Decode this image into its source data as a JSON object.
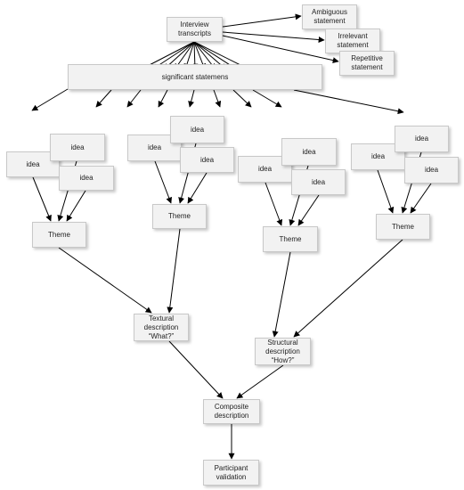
{
  "diagram": {
    "colors": {
      "box_fill": "#f2f2f2",
      "box_border": "#c8c8c8",
      "arrow": "#000000"
    },
    "nodes": {
      "interview": "Interview\ntranscripts",
      "ambiguous": "Ambiguous\nstatement",
      "irrelevant": "Irrelevant\nstatement",
      "repetitive": "Repetitive\nstatement",
      "significant": "significant statemens",
      "idea": "idea",
      "theme": "Theme",
      "textural": "Textural\ndescription\n“What?”",
      "structural": "Structural\ndescription\n“How?”",
      "composite": "Composite\ndescription",
      "validation": "Participant\nvalidation"
    }
  }
}
